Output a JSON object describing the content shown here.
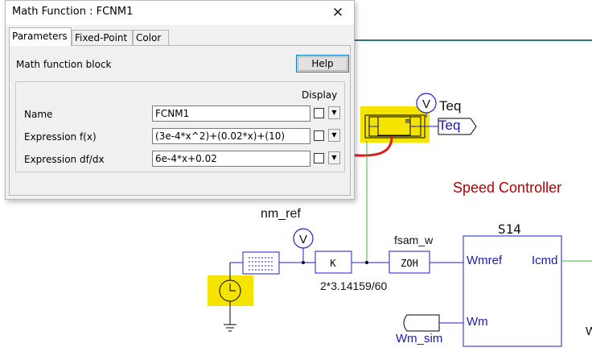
{
  "dialog": {
    "title": "Math Function : FCNM1",
    "close_glyph": "✕",
    "tabs": [
      "Parameters",
      "Fixed-Point",
      "Color"
    ],
    "active_tab": "Parameters",
    "block_label": "Math function block",
    "help_label": "Help",
    "display_label": "Display",
    "rows": [
      {
        "label": "Name",
        "value": "FCNM1",
        "display_checked": false
      },
      {
        "label": "Expression f(x)",
        "value": "(3e-4*x^2)+(0.02*x)+(10)",
        "display_checked": false
      },
      {
        "label": "Expression df/dx",
        "value": "6e-4*x+0.02",
        "display_checked": false
      }
    ]
  },
  "schematic": {
    "teq_probe_label": "Teq",
    "teq_port_label": "Teq",
    "math_block_glyph": "m",
    "voltmeter_glyph": "V",
    "section_title": "Speed Controller",
    "nm_ref_label": "nm_ref",
    "gain_block_glyph": "K",
    "gain_value": "2*3.14159/60",
    "zoh_label": "fsam_w",
    "zoh_glyph": "ZOH",
    "controller_name": "S14",
    "controller_in1": "Wmref",
    "controller_in2": "Wm",
    "controller_out": "Icmd",
    "wm_port_label": "Wm_sim",
    "edge_fragment": "W"
  },
  "colors": {
    "highlight": "#f5e400",
    "wire_green": "#3cb43c",
    "wire_blue": "#1f1fd0",
    "teal_line": "#2b7a78",
    "annotation_red": "#d62020",
    "title_red": "#b40000"
  }
}
